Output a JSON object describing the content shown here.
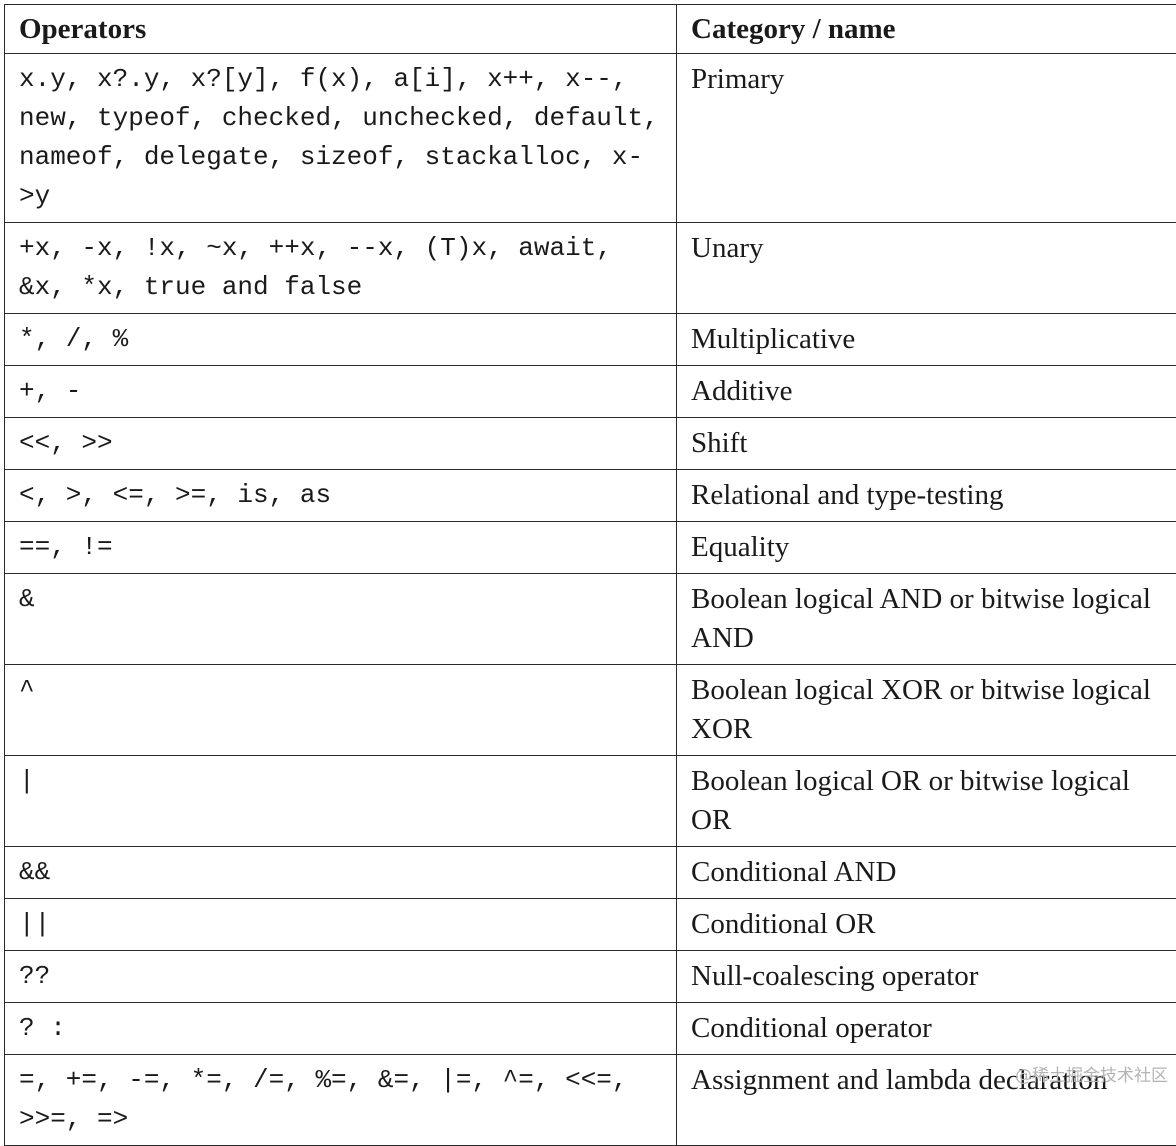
{
  "table": {
    "headers": [
      "Operators",
      "Category / name"
    ],
    "rows": [
      {
        "operators": "x.y, x?.y, x?[y], f(x), a[i], x++, x--, new, typeof, checked, unchecked, default, nameof, delegate, sizeof, stackalloc, x->y",
        "category": "Primary"
      },
      {
        "operators": "+x, -x, !x, ~x, ++x, --x, (T)x, await, &x, *x, true and false",
        "category": "Unary"
      },
      {
        "operators": "*, /, %",
        "category": "Multiplicative"
      },
      {
        "operators": "+, -",
        "category": "Additive"
      },
      {
        "operators": "<<, >>",
        "category": "Shift"
      },
      {
        "operators": "<, >, <=, >=, is, as",
        "category": "Relational and type-testing"
      },
      {
        "operators": "==, !=",
        "category": "Equality"
      },
      {
        "operators": "&",
        "category": "Boolean logical AND or bitwise logical AND"
      },
      {
        "operators": "^",
        "category": "Boolean logical XOR or bitwise logical XOR"
      },
      {
        "operators": "|",
        "category": "Boolean logical OR or bitwise logical OR"
      },
      {
        "operators": "&&",
        "category": "Conditional AND"
      },
      {
        "operators": "||",
        "category": "Conditional OR"
      },
      {
        "operators": "??",
        "category": "Null-coalescing operator"
      },
      {
        "operators": "? :",
        "category": "Conditional operator"
      },
      {
        "operators": "=, +=, -=, *=, /=, %=, &=, |=, ^=, <<=, >>=, =>",
        "category": "Assignment and lambda declaration"
      }
    ]
  },
  "watermark": "@稀土掘金技术社区"
}
